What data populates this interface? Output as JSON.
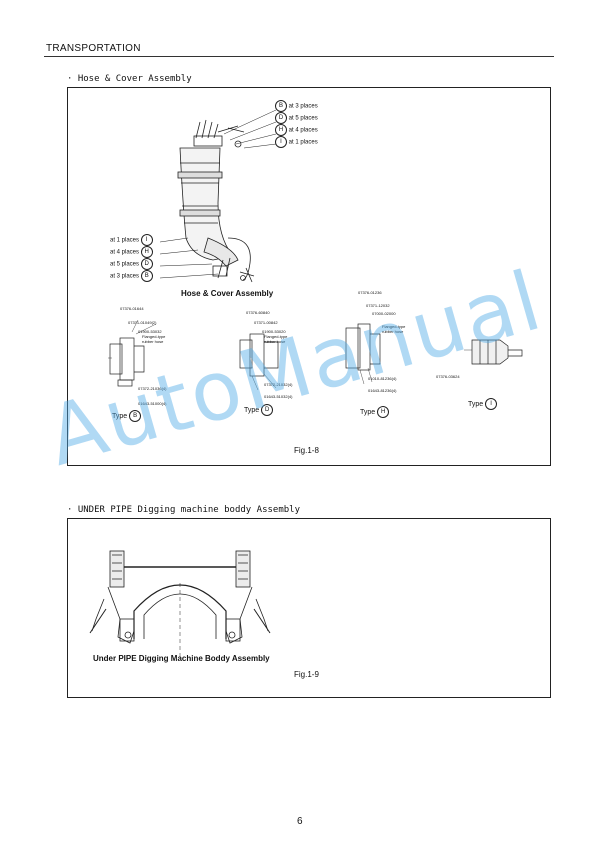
{
  "header": {
    "title": "TRANSPORTATION"
  },
  "section1": {
    "heading": "· Hose & Cover Assembly",
    "legend_right": [
      {
        "code": "B",
        "text": "at 3 places"
      },
      {
        "code": "D",
        "text": "at 5 places"
      },
      {
        "code": "H",
        "text": "at 4 places"
      },
      {
        "code": "I",
        "text": "at 1 places"
      }
    ],
    "legend_left": [
      {
        "code": "I",
        "text": "at 1 places"
      },
      {
        "code": "H",
        "text": "at 4 places"
      },
      {
        "code": "D",
        "text": "at 5 places"
      },
      {
        "code": "B",
        "text": "at 3 places"
      }
    ],
    "main_caption": "Hose & Cover Assembly",
    "types": [
      {
        "label": "Type",
        "code": "B",
        "parts": [
          "07376-01644",
          "07371-01049(2)",
          "01900-53032",
          "Flanged-type",
          "rubber hose",
          "07372-21036(4)",
          "01643-51000(4)"
        ]
      },
      {
        "label": "Type",
        "code": "D",
        "parts": [
          "07376-60840",
          "07371-00842",
          "01900-53020",
          "Flanged-type",
          "rubber hose",
          "07372-21032(4)",
          "01643-51032(4)"
        ]
      },
      {
        "label": "Type",
        "code": "H",
        "parts": [
          "07376-01236",
          "07371-12032",
          "07000-02000",
          "Flanged-type",
          "rubber hose",
          "01010-81236(4)",
          "01643-81236(4)"
        ]
      },
      {
        "label": "Type",
        "code": "I",
        "parts": [
          "07376-03624"
        ]
      }
    ],
    "fig_label": "Fig.1-8"
  },
  "watermark": "AutoManual",
  "section2": {
    "heading": "· UNDER PIPE Digging machine boddy Assembly",
    "caption": "Under PIPE Digging Machine Boddy Assembly",
    "fig_label": "Fig.1-9"
  },
  "page_number": "6"
}
